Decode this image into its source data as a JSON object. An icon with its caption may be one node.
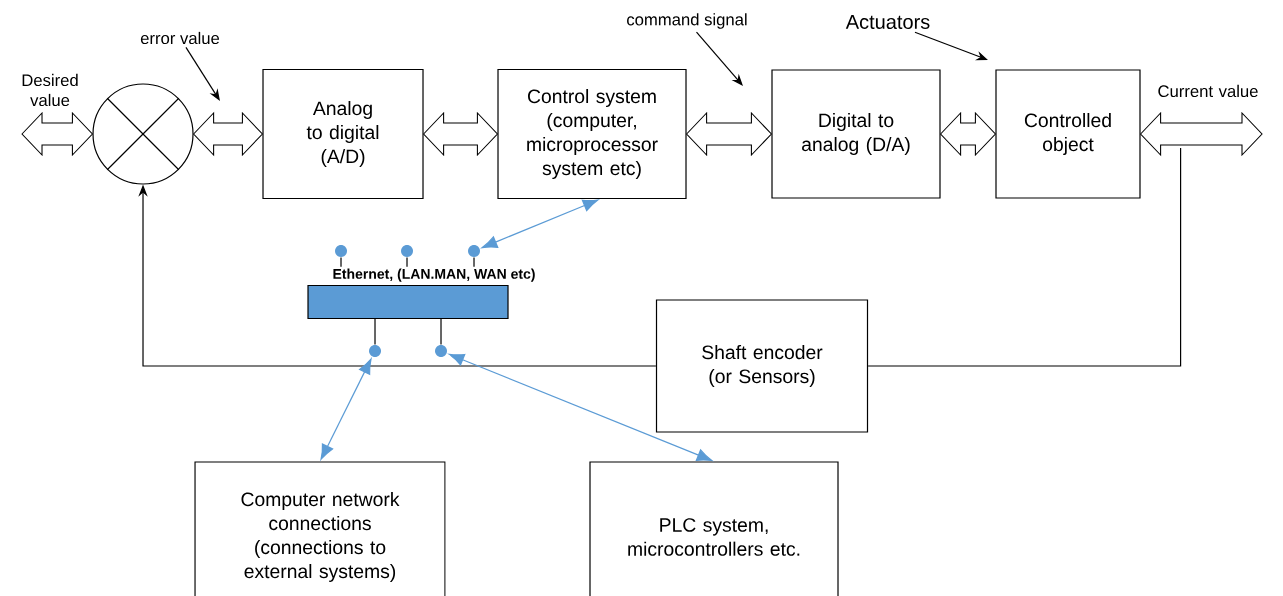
{
  "diagram": {
    "nodes": [
      {
        "text": [],
        "shape": "circle"
      },
      {
        "text": [
          "Analog to digital (A/D)"
        ]
      },
      {
        "text": [
          "Control system (computer, microprocessor system etc)"
        ]
      },
      {
        "text": [
          "Digital to analog (D/A)"
        ]
      },
      {
        "text": [
          "Controlled object"
        ]
      },
      {
        "text": [
          "Ethernet,  (LAN.MAN, WAN etc)"
        ]
      },
      {
        "text": [],
        "shape": "circle"
      },
      {
        "text": [],
        "shape": "circle"
      },
      {
        "text": [],
        "shape": "circle"
      },
      {
        "text": [],
        "shape": "circle"
      },
      {
        "text": [],
        "shape": "circle"
      },
      {
        "text": [
          "Shaft encoder (or Sensors)"
        ]
      },
      {
        "text": [
          "Computer network connections (connections to external systems)"
        ]
      },
      {
        "text": [
          "PLC system, microcontrollers etc."
        ]
      },
      {
        "text": [
          "error value"
        ]
      },
      {
        "text": [
          "command signal"
        ]
      },
      {
        "text": [
          "Actuators"
        ]
      }
    ],
    "edges": [
      {
        "from": null,
        "to": 0,
        "arrow": "both",
        "style": "thick",
        "label": "Desired value"
      },
      {
        "from": 0,
        "to": 1,
        "arrow": "both",
        "style": "thick"
      },
      {
        "from": 1,
        "to": 2,
        "arrow": "both",
        "style": "thick"
      },
      {
        "from": 2,
        "to": 3,
        "arrow": "both",
        "style": "thick"
      },
      {
        "from": 3,
        "to": 4,
        "arrow": "both",
        "style": "thick"
      },
      {
        "from": 4,
        "to": null,
        "arrow": "both",
        "style": "thick",
        "label": "Current value"
      },
      {
        "from": 4,
        "to": 11,
        "arrow": "none"
      },
      {
        "from": 11,
        "to": 0,
        "arrow": "to"
      },
      {
        "from": 8,
        "to": 2,
        "arrow": "both",
        "color": "#5b9bd5"
      },
      {
        "from": 9,
        "to": 12,
        "arrow": "both",
        "color": "#5b9bd5"
      },
      {
        "from": 10,
        "to": 13,
        "arrow": "both",
        "color": "#5b9bd5"
      },
      {
        "from": 6,
        "to": 5,
        "arrow": "none"
      },
      {
        "from": 7,
        "to": 5,
        "arrow": "none"
      },
      {
        "from": 8,
        "to": 5,
        "arrow": "none"
      },
      {
        "from": 5,
        "to": 9,
        "arrow": "none"
      },
      {
        "from": 5,
        "to": 10,
        "arrow": "none"
      },
      {
        "from": 14,
        "to": null,
        "arrow": "to"
      },
      {
        "from": 15,
        "to": null,
        "arrow": "to"
      },
      {
        "from": 16,
        "to": null,
        "arrow": "to"
      }
    ]
  }
}
